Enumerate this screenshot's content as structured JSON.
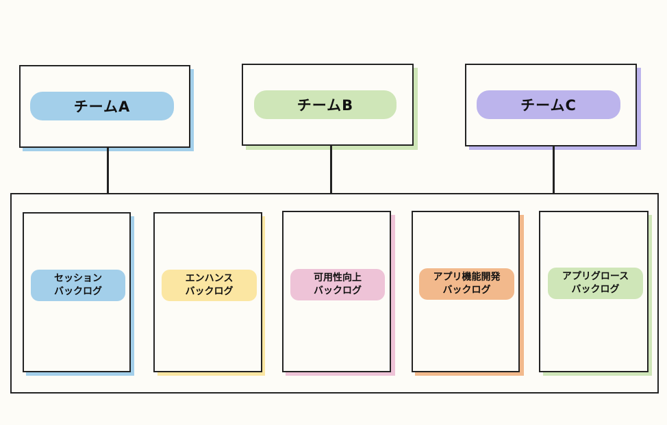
{
  "colors": {
    "team_a": "#a3cfea",
    "team_b": "#cfe6b8",
    "team_c": "#bcb4ec",
    "session": "#a3cfea",
    "enhance": "#fbe6a2",
    "availability": "#eec3d7",
    "app_dev": "#f2b98c",
    "app_growth": "#cfe6b8",
    "line": "#222222",
    "background": "#fdfcf7"
  },
  "teams": [
    {
      "label": "チームA"
    },
    {
      "label": "チームB"
    },
    {
      "label": "チームC"
    }
  ],
  "backlogs": [
    {
      "label": "セッション\nバックログ"
    },
    {
      "label": "エンハンス\nバックログ"
    },
    {
      "label": "可用性向上\nバックログ"
    },
    {
      "label": "アプリ機能開発\nバックログ"
    },
    {
      "label": "アプリグロース\nバックログ"
    }
  ]
}
